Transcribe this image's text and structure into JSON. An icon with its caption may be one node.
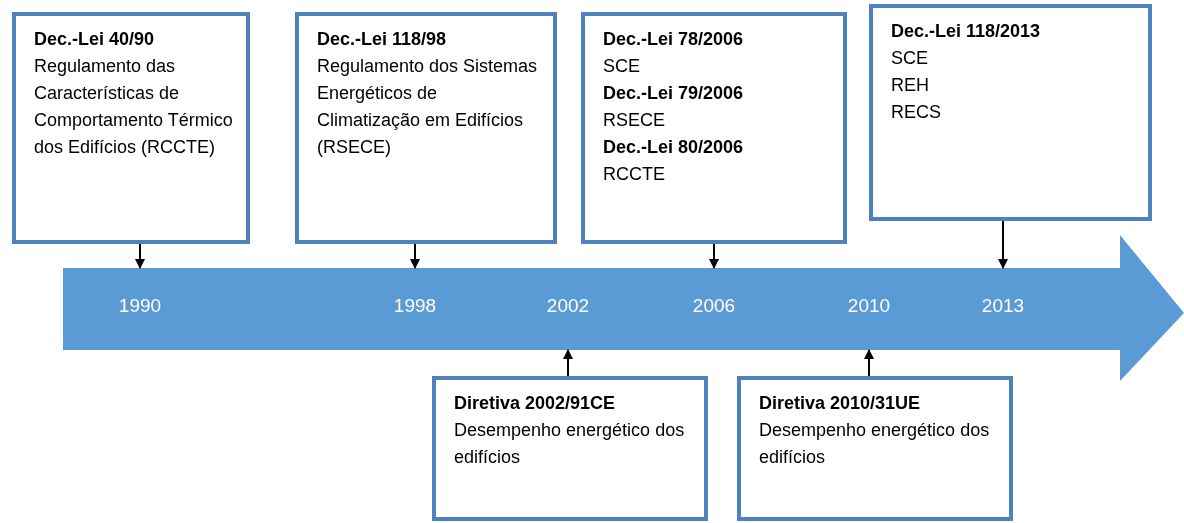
{
  "diagram": {
    "nodes": [
      {
        "text": [
          "**Dec.-Lei 40/90**",
          "Regulamento das Características de Comportamento Térmico dos Edifícios (RCCTE)"
        ]
      },
      {
        "text": [
          "**Dec.-Lei 118/98**",
          "Regulamento dos Sistemas Energéticos de Climatização em Edifícios (RSECE)"
        ]
      },
      {
        "text": [
          "**Dec.-Lei 78/2006**",
          "SCE",
          "**Dec.-Lei 79/2006**",
          "RSECE",
          "**Dec.-Lei 80/2006**",
          "RCCTE"
        ]
      },
      {
        "text": [
          "**Dec.-Lei 118/2013**",
          "SCE",
          "REH",
          "RECS"
        ]
      },
      {
        "text": [
          "1990",
          "1998",
          "2002",
          "2006",
          "2010",
          "2013"
        ]
      },
      {
        "text": [
          "**Diretiva 2002/91CE**",
          "Desempenho energético dos edifícios"
        ]
      },
      {
        "text": [
          "**Diretiva 2010/31UE**",
          "Desempenho energético dos edifícios"
        ]
      }
    ],
    "edges": [
      {
        "from": 0,
        "to": 4,
        "arrow": "to"
      },
      {
        "from": 1,
        "to": 4,
        "arrow": "to"
      },
      {
        "from": 2,
        "to": 4,
        "arrow": "to"
      },
      {
        "from": 3,
        "to": 4,
        "arrow": "to"
      },
      {
        "from": 5,
        "to": 4,
        "arrow": "to"
      },
      {
        "from": 6,
        "to": 4,
        "arrow": "to"
      }
    ]
  }
}
